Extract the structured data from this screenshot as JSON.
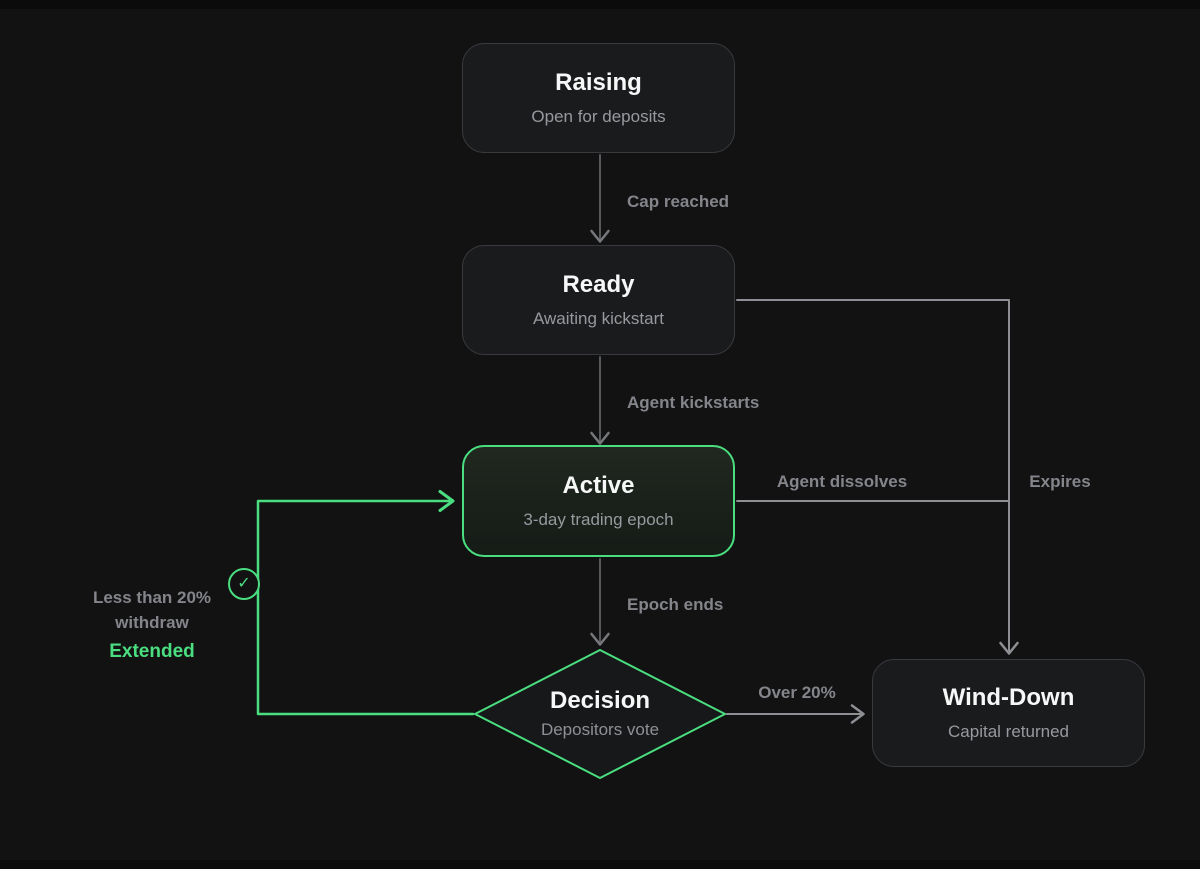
{
  "diagram": {
    "title_hint": "Vault lifecycle state machine",
    "colors": {
      "background": "#121213",
      "accent_green": "#4ade80",
      "node_fill": "#1a1b1d",
      "node_border": "#393a3e",
      "flow_arrow_gray": "#57595d",
      "side_arrow_gray": "#8d8f93",
      "label_gray": "#83858a"
    },
    "nodes": {
      "raising": {
        "title": "Raising",
        "subtitle": "Open for deposits"
      },
      "ready": {
        "title": "Ready",
        "subtitle": "Awaiting kickstart"
      },
      "active": {
        "title": "Active",
        "subtitle": "3-day trading epoch"
      },
      "decision": {
        "title": "Decision",
        "subtitle": "Depositors vote"
      },
      "winddown": {
        "title": "Wind-Down",
        "subtitle": "Capital returned"
      }
    },
    "edges": {
      "cap_reached": "Cap reached",
      "agent_kickstarts": "Agent kickstarts",
      "epoch_ends": "Epoch ends",
      "agent_dissolves": "Agent dissolves",
      "expires": "Expires",
      "over_20": "Over 20%",
      "less_than_20_line1": "Less than 20%",
      "less_than_20_line2": "withdraw",
      "extended": "Extended"
    },
    "icons": {
      "extended_check": "✓"
    }
  }
}
